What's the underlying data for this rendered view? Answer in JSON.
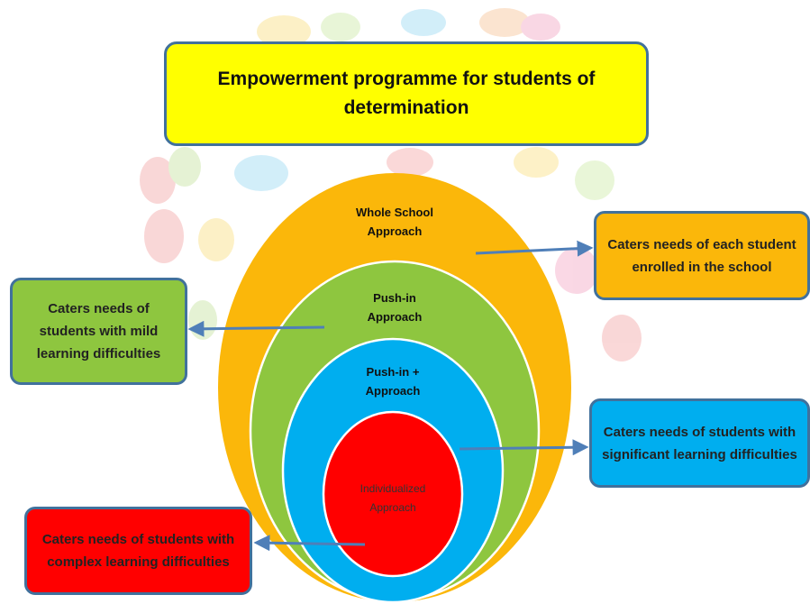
{
  "title": "Empowerment programme for students of determination",
  "rings": {
    "whole": "Whole School\nApproach",
    "pushin": "Push-in\nApproach",
    "pushin_plus": "Push-in +\nApproach",
    "individual": "Individualized\nApproach"
  },
  "callouts": {
    "whole": "Caters needs of each student\nenrolled in the school",
    "mild": "Caters needs of\nstudents with mild\nlearning difficulties",
    "significant": "Caters needs of students with\nsignificant learning difficulties",
    "complex": "Caters needs of students with\ncomplex learning difficulties"
  },
  "colors": {
    "whole": "#fbb70a",
    "pushin": "#8ec63f",
    "pushin_plus": "#00aeef",
    "individual": "#ff0000",
    "title": "#ffff00",
    "border": "#41719c",
    "arrow": "#4f7fb8"
  },
  "background_decoration": "faded-handprints"
}
